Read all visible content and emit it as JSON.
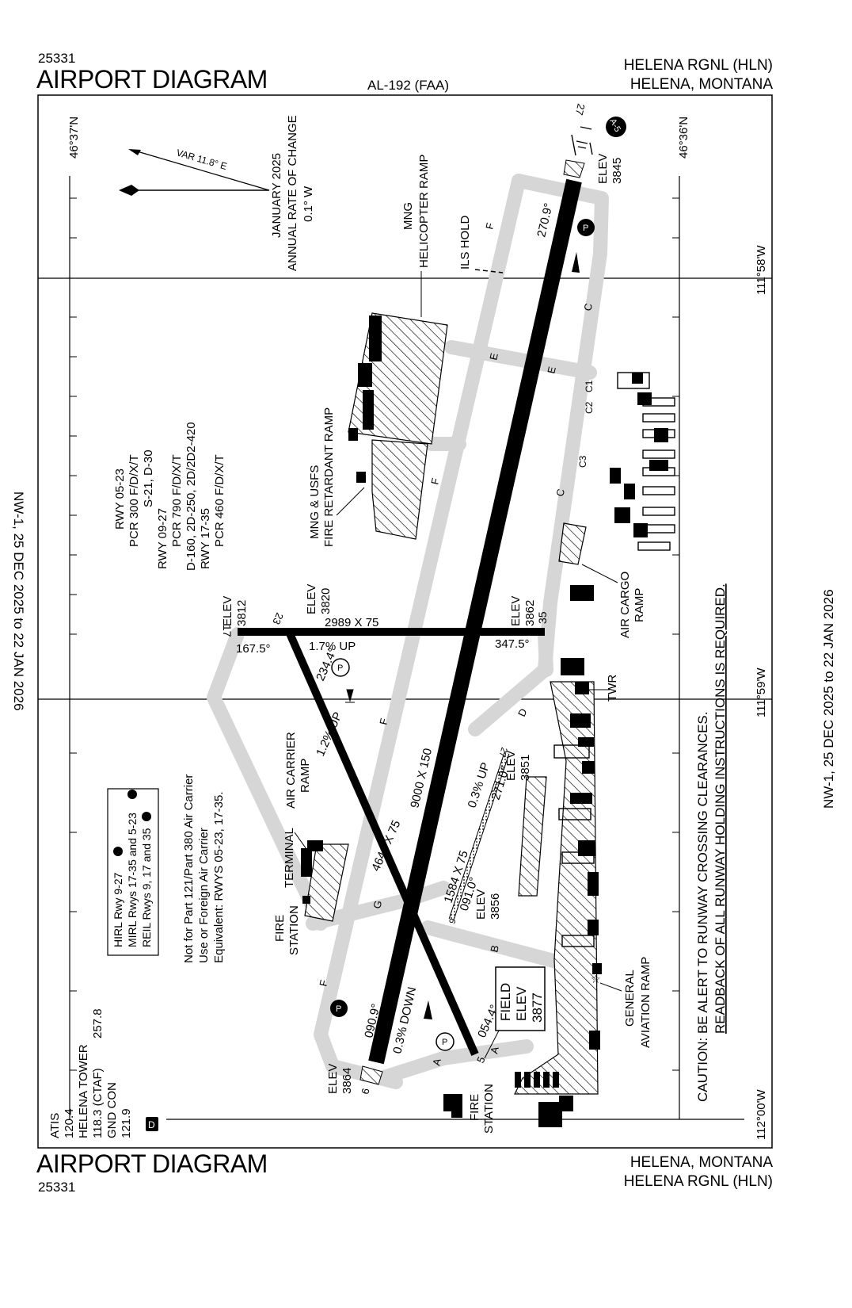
{
  "header": {
    "chart_number_top": "25331",
    "title_top": "AIRPORT DIAGRAM",
    "procedure_id": "AL-192 (FAA)",
    "airport_name_top": "HELENA RGNL (HLN)",
    "city_state_top": "HELENA, MONTANA"
  },
  "footer": {
    "chart_number_bottom": "25331",
    "title_bottom": "AIRPORT DIAGRAM",
    "city_state_bottom": "HELENA, MONTANA",
    "airport_name_bottom": "HELENA RGNL (HLN)"
  },
  "effective": {
    "left": "NW-1,  25 DEC 2025  to  22 JAN 2026",
    "right": "NW-1,  25 DEC 2025  to  22 JAN 2026"
  },
  "coords": {
    "lat_top_left": "46°37'N",
    "lat_top_right": "46°36'N",
    "lon_1": "111°58'W",
    "lon_2": "111°59'W",
    "lon_3": "112°00'W"
  },
  "variation": {
    "var_label": "VAR 11.8° E",
    "date": "JANUARY 2025",
    "annual_label": "ANNUAL RATE OF CHANGE",
    "annual_value": "0.1° W"
  },
  "pcr": {
    "l1": "RWY 05-23",
    "l2": "PCR 300 F/D/X/T",
    "l3": "S-21, D-30",
    "l4": "RWY 09-27",
    "l5": "PCR 790 F/D/X/T",
    "l6": "D-160, 2D-250, 2D/2D2-420",
    "l7": "RWY 17-35",
    "l8": "PCR 460 F/D/X/T"
  },
  "lighting": {
    "l1": "HIRL Rwy 9-27",
    "l2": "MIRL Rwys 17-35 and 5-23",
    "l3": "REIL Rwys 9, 17 and 35"
  },
  "notes": {
    "l1": "Not for Part 121/Part 380 Air Carrier",
    "l2": "Use or Foreign Air Carrier",
    "l3": "Equivalent: RWYS 05-23, 17-35."
  },
  "comms": {
    "atis_label": "ATIS",
    "atis_freq": "120.4",
    "tower_label": "HELENA TOWER",
    "tower_freq": "118.3 (CTAF)",
    "tower_freq2": "257.8",
    "gnd_label": "GND CON",
    "gnd_freq": "121.9",
    "d_symbol": "D"
  },
  "caution": {
    "l1": "CAUTION: BE ALERT TO RUNWAY CROSSING CLEARANCES.",
    "l2": "READBACK OF ALL RUNWAY HOLDING INSTRUCTIONS IS REQUIRED."
  },
  "runways": {
    "r09_27": {
      "dims": "9000 X 150",
      "hdg_09": "090.9°",
      "hdg_27": "270.9°",
      "slope": "0.3% DOWN",
      "end_09": "9",
      "end_27": "27",
      "elev_09_label": "ELEV",
      "elev_09": "3864",
      "elev_27_label": "ELEV",
      "elev_27": "3845"
    },
    "r05_23": {
      "dims": "4644 X 75",
      "hdg_05": "054.4°",
      "hdg_23": "234.4°",
      "slope": "1.2% UP",
      "end_05": "5",
      "end_23": "23",
      "elev_23_label": "ELEV",
      "elev_23": "3820"
    },
    "r17_35": {
      "dims": "2989 X 75",
      "hdg_17": "167.5°",
      "hdg_35": "347.5°",
      "slope": "1.7% UP",
      "end_17": "17",
      "end_35": "35",
      "elev_17_label": "ELEV",
      "elev_17": "3812",
      "elev_35_label": "ELEV",
      "elev_35": "3862"
    },
    "r09_27_gr": {
      "dims": "1584 X 75",
      "hdg_a": "271.0°",
      "hdg_b": "091.0°",
      "slope": "0.3% UP",
      "elev_a_label": "ELEV",
      "elev_a": "3851",
      "elev_b_label": "ELEV",
      "elev_b": "3856",
      "end_a": "27",
      "end_b": "9"
    }
  },
  "field_elev": {
    "l1": "FIELD",
    "l2": "ELEV",
    "l3": "3877"
  },
  "labels": {
    "mng_heli_1": "MNG",
    "mng_heli_2": "HELICOPTER RAMP",
    "ils_hold": "ILS HOLD",
    "mng_usfs_1": "MNG & USFS",
    "mng_usfs_2": "FIRE RETARDANT RAMP",
    "air_cargo_1": "AIR CARGO",
    "air_cargo_2": "RAMP",
    "twr": "TWR",
    "air_carrier_1": "AIR CARRIER",
    "air_carrier_2": "RAMP",
    "terminal": "TERMINAL",
    "fire_station_1a": "FIRE",
    "fire_station_1b": "STATION",
    "fire_station_2a": "FIRE",
    "fire_station_2b": "STATION",
    "ga_1": "GENERAL",
    "ga_2": "AVIATION RAMP",
    "a5": "A-5"
  },
  "taxiways": {
    "f1": "F",
    "f2": "F",
    "f3": "F",
    "f4": "F",
    "e1": "E",
    "e2": "E",
    "c1": "C",
    "c2": "C",
    "c1b": "C1",
    "c2b": "C2",
    "c3b": "C3",
    "d": "D",
    "g": "G",
    "b": "B",
    "a1": "A",
    "a2": "A",
    "p": "P"
  },
  "colors": {
    "runway": "#000000",
    "taxiway": "#d6d6d6",
    "ramp_hatch": "#000000"
  }
}
